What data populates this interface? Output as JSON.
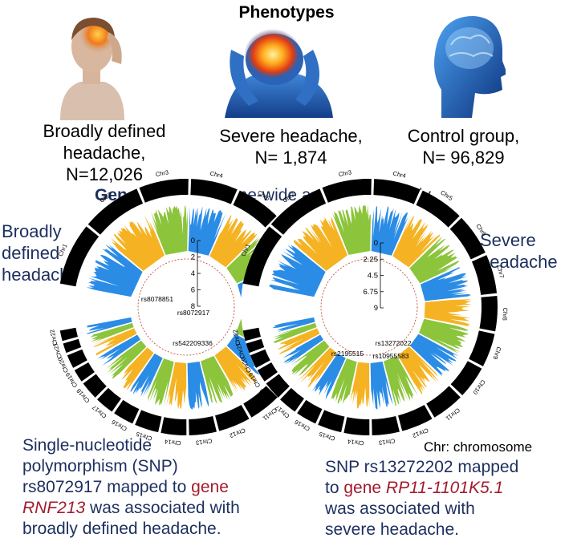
{
  "header": {
    "title": "Phenotypes"
  },
  "phenotypes": [
    {
      "line1": "Broadly defined",
      "line2": "headache,",
      "line3": "N=12,026"
    },
    {
      "line1": "Severe headache,",
      "line2": "N= 1,874"
    },
    {
      "line1": "Control group,",
      "line2": "N= 96,829"
    }
  ],
  "genotypes": {
    "label": "Genotypes:",
    "text": " Genome-wide association study"
  },
  "left_label": {
    "line1": "Broadly",
    "line2": "defined",
    "line3": "headache"
  },
  "right_label": {
    "line1": "Severe",
    "line2": "headache"
  },
  "chr_note": "Chr:  chromosome",
  "bottom_left": {
    "line1": "Single-nucleotide",
    "line2": "polymorphism (SNP)",
    "line3a": "rs8072917 mapped to ",
    "gene_word": "gene",
    "gene_name": "RNF213",
    "line4b": "  was associated with",
    "line5": "broadly defined headache."
  },
  "bottom_right": {
    "line1": "SNP rs13272202 mapped",
    "line2a": "to ",
    "gene_word": "gene",
    "gene_name": "RP11-1101K5.1",
    "line3": "was associated with",
    "line4": "severe headache."
  },
  "colors": {
    "blue": "#2b8ce6",
    "orange": "#f5b324",
    "green": "#8cc43c",
    "navy": "#1c2f5e",
    "gene_red": "#a01c2e"
  },
  "icons": [
    "headache-woman-icon",
    "severe-headache-man-icon",
    "brain-profile-icon"
  ],
  "chart_data": [
    {
      "type": "circular-manhattan",
      "chromosomes": [
        "Chr1",
        "Chr2",
        "Chr3",
        "Chr4",
        "Chr5",
        "Chr6",
        "Chr7",
        "Chr8",
        "Chr9",
        "Chr10",
        "Chr11",
        "Chr12",
        "Chr13",
        "Chr14",
        "Chr15",
        "Chr16",
        "Chr17",
        "Chr18",
        "Chr19",
        "Chr20",
        "Chr21",
        "Chr22"
      ],
      "radial_ticks": [
        "0",
        "2",
        "4",
        "6",
        "8"
      ],
      "snps": [
        "rs8078851",
        "rs8072917",
        "rs542209336"
      ]
    },
    {
      "type": "circular-manhattan",
      "chromosomes": [
        "Chr1",
        "Chr2",
        "Chr3",
        "Chr4",
        "Chr5",
        "Chr6",
        "Chr7",
        "Chr8",
        "Chr9",
        "Chr10",
        "Chr11",
        "Chr12",
        "Chr13",
        "Chr14",
        "Chr15",
        "Chr16",
        "Chr17",
        "Chr18",
        "Chr19",
        "Chr20",
        "Chr21",
        "Chr22"
      ],
      "radial_ticks": [
        "0",
        "2.25",
        "4.5",
        "6.75",
        "9"
      ],
      "snps": [
        "rs13272022",
        "rs2195515",
        "rs10955583"
      ]
    }
  ]
}
